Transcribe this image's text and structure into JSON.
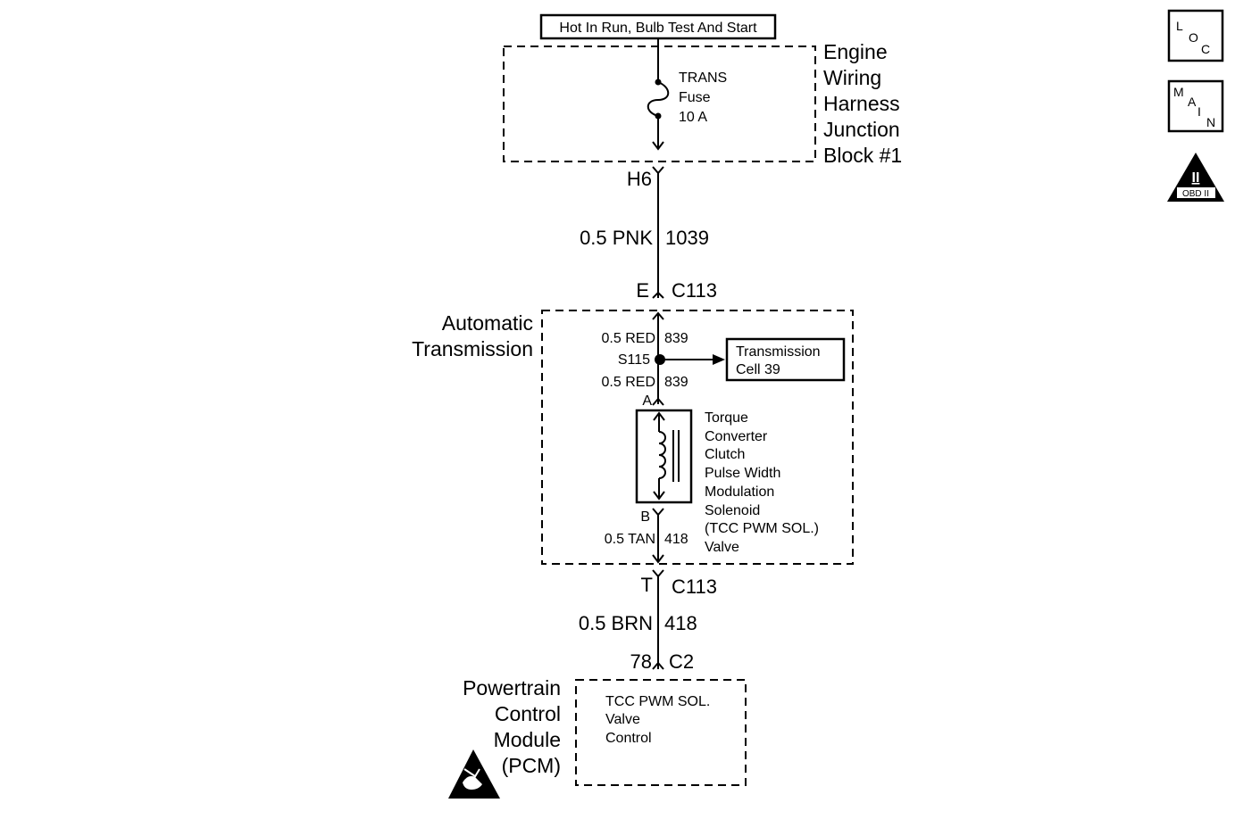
{
  "power_source": "Hot In Run, Bulb Test And Start",
  "junction_block": {
    "label_lines": [
      "Engine",
      "Wiring",
      "Harness",
      "Junction",
      "Block #1"
    ],
    "fuse_lines": [
      "TRANS",
      "Fuse",
      "10 A"
    ]
  },
  "wire_1039": {
    "terminal_top": "H6",
    "gauge_color": "0.5 PNK",
    "circuit": "1039",
    "terminal_bottom": "E",
    "connector": "C113"
  },
  "transmission": {
    "label_lines": [
      "Automatic",
      "Transmission"
    ],
    "wire_upper": {
      "gauge_color": "0.5 RED",
      "circuit": "839"
    },
    "splice": "S115",
    "wire_lower": {
      "gauge_color": "0.5 RED",
      "circuit": "839"
    },
    "reference_box": [
      "Transmission",
      "Cell 39"
    ],
    "terminal_a": "A",
    "solenoid_lines": [
      "Torque",
      "Converter",
      "Clutch",
      "Pulse Width",
      "Modulation",
      "Solenoid",
      "(TCC PWM SOL.)",
      "Valve"
    ],
    "terminal_b": "B",
    "wire_tan": {
      "gauge_color": "0.5 TAN",
      "circuit": "418"
    }
  },
  "wire_418": {
    "terminal_top": "T",
    "connector_top": "C113",
    "gauge_color": "0.5 BRN",
    "circuit": "418",
    "terminal_bottom": "78",
    "connector_bottom": "C2"
  },
  "pcm": {
    "label_lines": [
      "Powertrain",
      "Control",
      "Module",
      "(PCM)"
    ],
    "function_lines": [
      "TCC PWM SOL.",
      "Valve",
      "Control"
    ]
  },
  "side_icons": {
    "loc": [
      "L",
      "O",
      "C"
    ],
    "main": [
      "M",
      "A",
      "I",
      "N"
    ],
    "obd": {
      "numeral": "II",
      "text": "OBD II"
    }
  }
}
